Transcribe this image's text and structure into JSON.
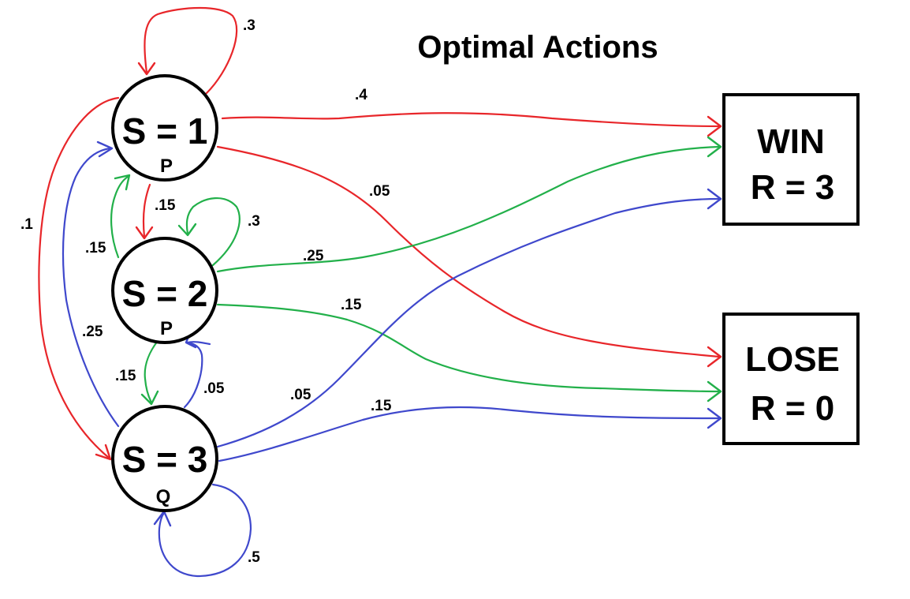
{
  "title": "Optimal Actions",
  "colors": {
    "red": "#e8262a",
    "green": "#22b04a",
    "blue": "#3f48cc",
    "black": "#000000"
  },
  "states": [
    {
      "id": "s1",
      "label": "S = 1",
      "action": "P"
    },
    {
      "id": "s2",
      "label": "S = 2",
      "action": "P"
    },
    {
      "id": "s3",
      "label": "S = 3",
      "action": "Q"
    }
  ],
  "terminals": [
    {
      "id": "win",
      "line1": "WIN",
      "line2": "R = 3"
    },
    {
      "id": "lose",
      "line1": "LOSE",
      "line2": "R = 0"
    }
  ],
  "edges": [
    {
      "id": "s1-s1",
      "from": "S = 1",
      "to": "S = 1",
      "prob": ".3",
      "color": "red"
    },
    {
      "id": "s1-win",
      "from": "S = 1",
      "to": "WIN",
      "prob": ".4",
      "color": "red"
    },
    {
      "id": "s1-lose",
      "from": "S = 1",
      "to": "LOSE",
      "prob": ".05",
      "color": "red"
    },
    {
      "id": "s1-s2",
      "from": "S = 1",
      "to": "S = 2",
      "prob": ".15",
      "color": "red"
    },
    {
      "id": "s1-s3",
      "from": "S = 1",
      "to": "S = 3",
      "prob": ".1",
      "color": "red"
    },
    {
      "id": "s2-s1",
      "from": "S = 2",
      "to": "S = 1",
      "prob": ".15",
      "color": "green"
    },
    {
      "id": "s2-s2",
      "from": "S = 2",
      "to": "S = 2",
      "prob": ".3",
      "color": "green"
    },
    {
      "id": "s2-win",
      "from": "S = 2",
      "to": "WIN",
      "prob": ".25",
      "color": "green"
    },
    {
      "id": "s2-lose",
      "from": "S = 2",
      "to": "LOSE",
      "prob": ".15",
      "color": "green"
    },
    {
      "id": "s2-s3",
      "from": "S = 2",
      "to": "S = 3",
      "prob": ".15",
      "color": "green"
    },
    {
      "id": "s3-s1",
      "from": "S = 3",
      "to": "S = 1",
      "prob": ".25",
      "color": "blue"
    },
    {
      "id": "s3-s2",
      "from": "S = 3",
      "to": "S = 2",
      "prob": ".05",
      "color": "blue"
    },
    {
      "id": "s3-win",
      "from": "S = 3",
      "to": "WIN",
      "prob": ".05",
      "color": "blue"
    },
    {
      "id": "s3-lose",
      "from": "S = 3",
      "to": "LOSE",
      "prob": ".15",
      "color": "blue"
    },
    {
      "id": "s3-s3",
      "from": "S = 3",
      "to": "S = 3",
      "prob": ".5",
      "color": "blue"
    }
  ]
}
